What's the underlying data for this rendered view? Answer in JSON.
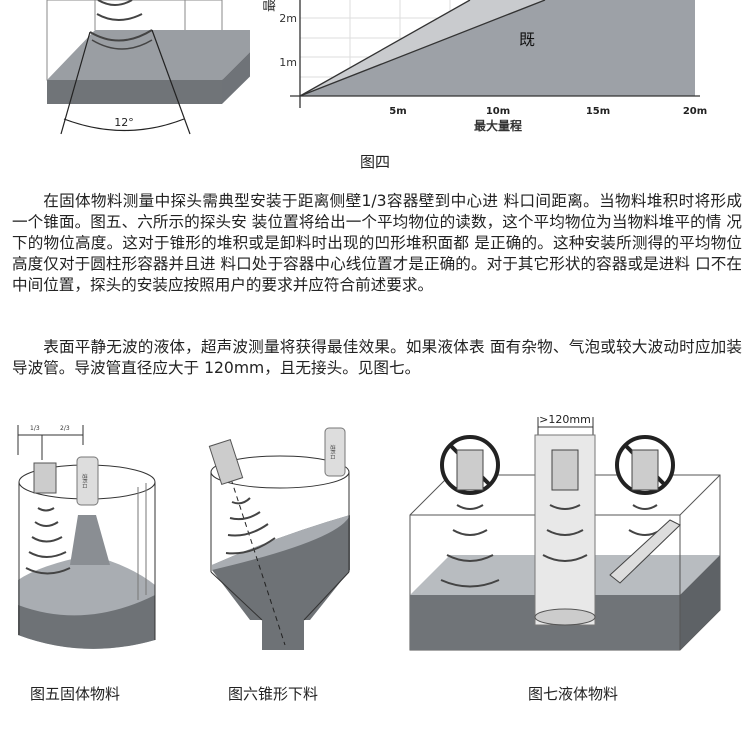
{
  "figure4": {
    "angle_label": "12°",
    "chart": {
      "y_axis_partial": "最",
      "y_ticks": [
        "2m",
        "1m"
      ],
      "x_ticks": [
        "5m",
        "10m",
        "15m",
        "20m"
      ],
      "x_label": "最大量程",
      "region_label": "既"
    },
    "caption": "图四"
  },
  "paragraphs": [
    "在固体物料测量中探头需典型安装于距离侧壁1/3容器壁到中心进 料口间距离。当物料堆积时将形成一个锥面。图五、六所示的探头安 装位置将给出一个平均物位的读数，这个平均物位为当物料堆平的情 况下的物位高度。这对于锥形的堆积或是卸料时出现的凹形堆积面都 是正确的。这种安装所测得的平均物位高度仅对于圆柱形容器并且进 料口处于容器中心线位置才是正确的。对于其它形状的容器或是进料 口不在中间位置，探头的安装应按照用户的要求并应符合前述要求。",
    "表面平静无波的液体，超声波测量将获得最佳效果。如果液体表 面有杂物、气泡或较大波动时应加装导波管。导波管直径应大于 120mm，且无接头。见图七。"
  ],
  "figure5": {
    "dim_left": "1/3",
    "dim_right": "2/3",
    "inlet_label": "进料口",
    "caption": "图五固体物料"
  },
  "figure6": {
    "inlet_label": "进料口",
    "caption": "图六锥形下料"
  },
  "figure7": {
    "dim_label": ">120mm",
    "caption": "图七液体物料"
  }
}
